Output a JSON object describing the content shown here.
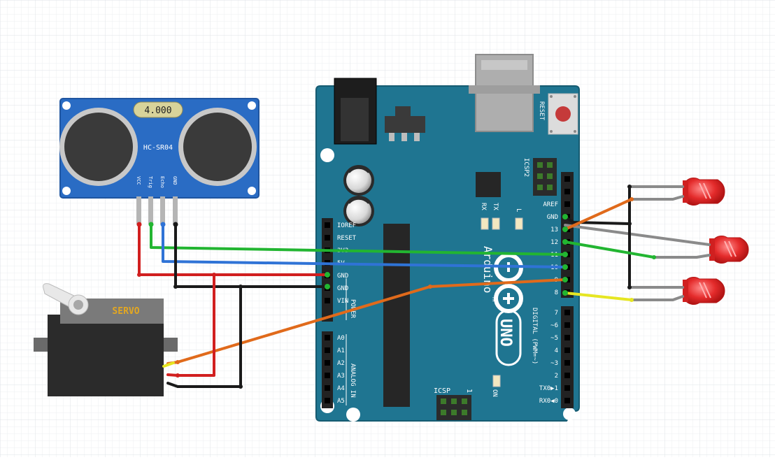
{
  "sensor": {
    "display": "4.000",
    "model": "HC-SR04",
    "pins": [
      "VCC",
      "Trig",
      "Echo",
      "GND"
    ]
  },
  "servo": {
    "label": "SERVO"
  },
  "board": {
    "reset_label": "RESET",
    "icsp2_label": "ICSP2",
    "icsp_label": "ICSP",
    "icsp_pin1": "1",
    "rx_label": "RX",
    "tx_label": "TX",
    "l_label": "L",
    "on_label": "ON",
    "brand": "Arduino",
    "tm": "TM",
    "model": "UNO",
    "digital_label": "DIGITAL (PWM=~)",
    "power_label": "POWER",
    "analog_label": "ANALOG IN",
    "power_pins": [
      "IOREF",
      "RESET",
      "3V3",
      "5V",
      "GND",
      "GND",
      "VIN"
    ],
    "analog_pins": [
      "A0",
      "A1",
      "A2",
      "A3",
      "A4",
      "A5"
    ],
    "digital_top": [
      "AREF",
      "GND",
      "13",
      "12",
      "~11",
      "~10",
      "~9",
      "8"
    ],
    "digital_bottom": [
      "7",
      "~6",
      "~5",
      "4",
      "~3",
      "2",
      "TX0▶1",
      "RX0◀0"
    ]
  },
  "colors": {
    "board": "#1f7591",
    "sensor": "#2a6cc4",
    "wire_red": "#d11f1f",
    "wire_black": "#1a1a1a",
    "wire_green": "#22b531",
    "wire_blue": "#2f73d6",
    "wire_orange": "#e06a1b",
    "wire_yellow": "#e6e622",
    "wire_gray": "#8a8a8a",
    "led": "#e42b2b"
  }
}
